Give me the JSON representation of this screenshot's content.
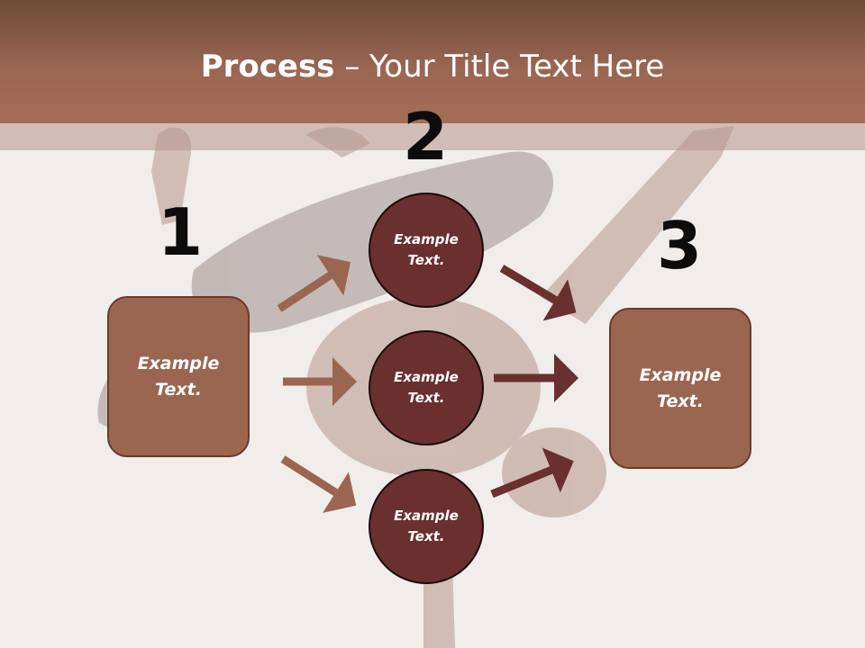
{
  "title": {
    "bold": "Process",
    "rest": " – Your Title Text Here"
  },
  "steps": {
    "one": "1",
    "two": "2",
    "three": "3"
  },
  "left_box": {
    "label": "Example\nText."
  },
  "right_box": {
    "label": "Example\nText."
  },
  "circles": [
    {
      "label": "Example\nText."
    },
    {
      "label": "Example\nText."
    },
    {
      "label": "Example\nText."
    }
  ],
  "colors": {
    "title_bar": "#9a6652",
    "box_fill": "#9b6650",
    "circle_fill": "#6a2f2f",
    "arrow_light": "#9b6650",
    "arrow_dark": "#6a2f2f"
  }
}
